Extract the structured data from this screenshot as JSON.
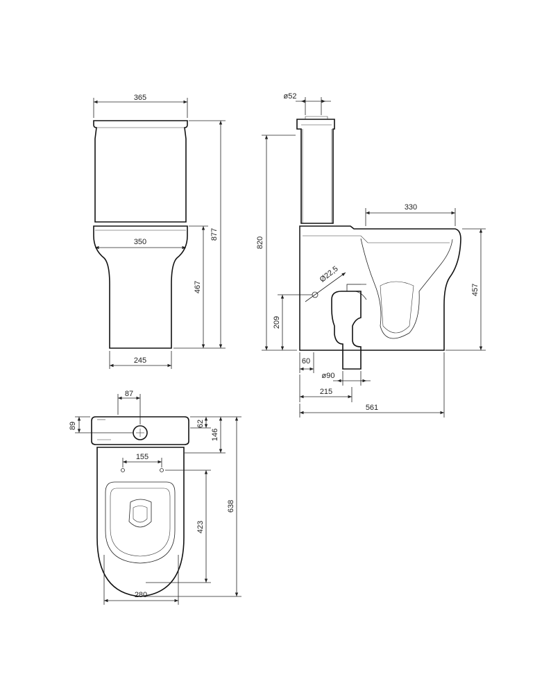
{
  "views": {
    "front": {
      "dims": {
        "top_width": "365",
        "rim_width": "350",
        "base_width": "245",
        "total_height": "877",
        "pan_height": "467"
      }
    },
    "side": {
      "dims": {
        "inlet_diameter": "ø52",
        "pan_top_length": "330",
        "overall_height": "820",
        "pan_height": "457",
        "outlet_diameter_angle": "Ø22,5",
        "outlet_height": "209",
        "wall_offset": "60",
        "pipe_diameter": "ø90",
        "pipe_offset": "215",
        "total_depth": "561"
      }
    },
    "top": {
      "dims": {
        "hole_offset": "87",
        "tank_depth": "89",
        "hole_to_back": "62",
        "tank_front": "146",
        "fixing_spacing": "155",
        "fixing_to_front": "423",
        "total_length": "638",
        "bowl_width": "280"
      }
    }
  }
}
